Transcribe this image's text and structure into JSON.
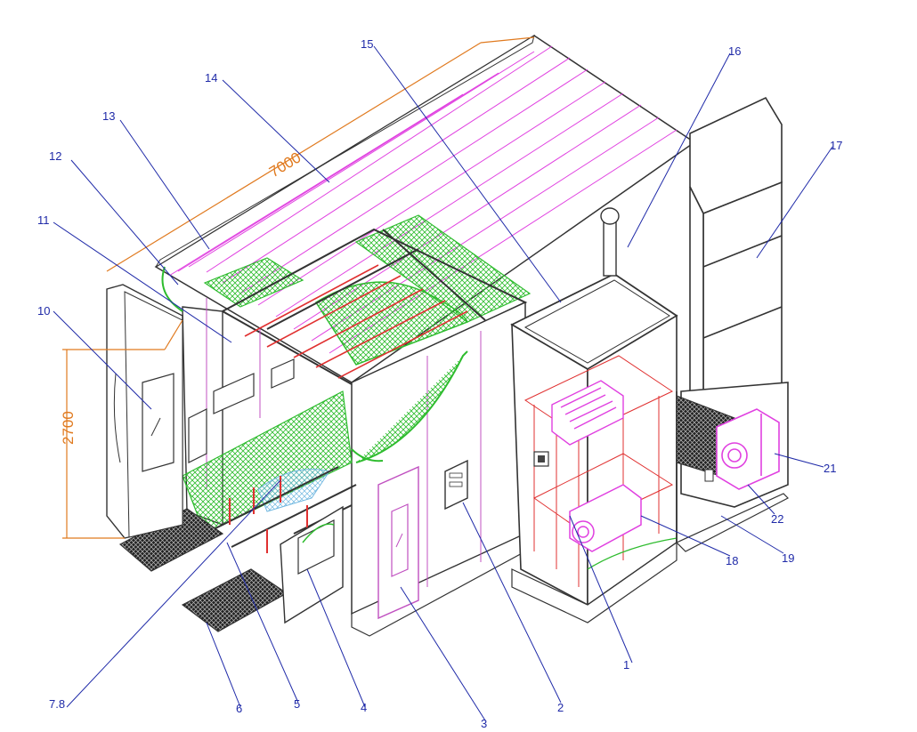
{
  "diagram": {
    "dimensions": {
      "length": "7000",
      "height": "2700"
    },
    "callouts": [
      "1",
      "2",
      "3",
      "4",
      "5",
      "6",
      "7.8",
      "10",
      "11",
      "12",
      "13",
      "14",
      "15",
      "16",
      "17",
      "18",
      "19",
      "21",
      "22"
    ],
    "colors": {
      "outline": "#3a3a3a",
      "leader": "#1f2aa8",
      "dimension": "#e07a1f",
      "roof_stripe": "#e040e0",
      "filter": "#2ebc2e",
      "heater": "#e03030",
      "frame": "#c050c0",
      "bg": "#ffffff"
    }
  }
}
